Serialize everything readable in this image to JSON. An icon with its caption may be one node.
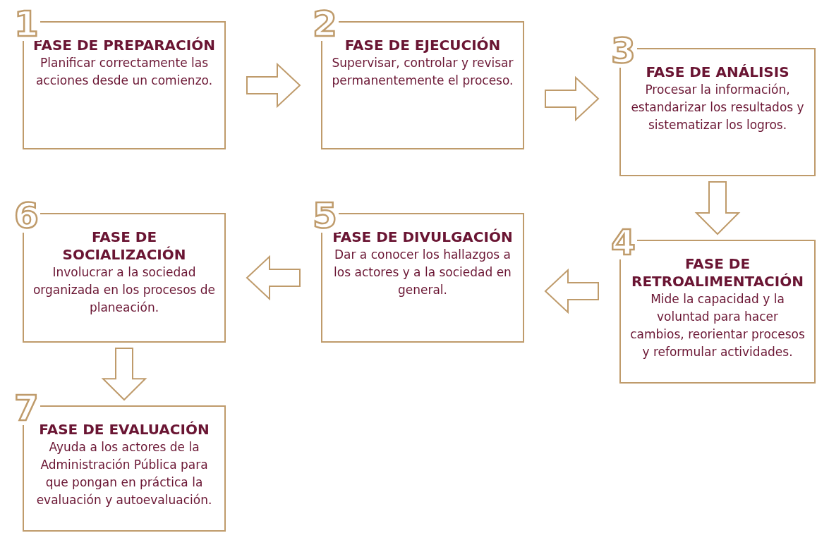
{
  "diagram": {
    "nodes": [
      {
        "text": [
          "1",
          "FASE DE PREPARACIÓN",
          "Planificar correctamente las acciones desde un comienzo."
        ]
      },
      {
        "text": [
          "2",
          "FASE DE EJECUCIÓN",
          "Supervisar, controlar y revisar permanentemente el proceso."
        ]
      },
      {
        "text": [
          "3",
          "FASE DE ANÁLISIS",
          "Procesar la información, estandarizar los resultados y sistematizar los logros."
        ]
      },
      {
        "text": [
          "4",
          "FASE DE RETROALIMENTACIÓN",
          "Mide la capacidad y la voluntad para hacer cambios, reorientar procesos y reformular actividades."
        ]
      },
      {
        "text": [
          "5",
          "FASE DE DIVULGACIÓN",
          "Dar a conocer los hallazgos a los actores y a la sociedad en general."
        ]
      },
      {
        "text": [
          "6",
          "FASE DE SOCIALIZACIÓN",
          "Involucrar a la sociedad organizada en los procesos de planeación."
        ]
      },
      {
        "text": [
          "7",
          "FASE DE EVALUACIÓN",
          "Ayuda a los actores de la Administración Pública para que pongan en práctica la evaluación y autoevaluación."
        ]
      }
    ],
    "edges": [
      {
        "from": 0,
        "to": 1,
        "arrow": "to"
      },
      {
        "from": 1,
        "to": 2,
        "arrow": "to"
      },
      {
        "from": 2,
        "to": 3,
        "arrow": "to"
      },
      {
        "from": 3,
        "to": 4,
        "arrow": "to"
      },
      {
        "from": 4,
        "to": 5,
        "arrow": "to"
      },
      {
        "from": 5,
        "to": 6,
        "arrow": "to"
      }
    ]
  }
}
